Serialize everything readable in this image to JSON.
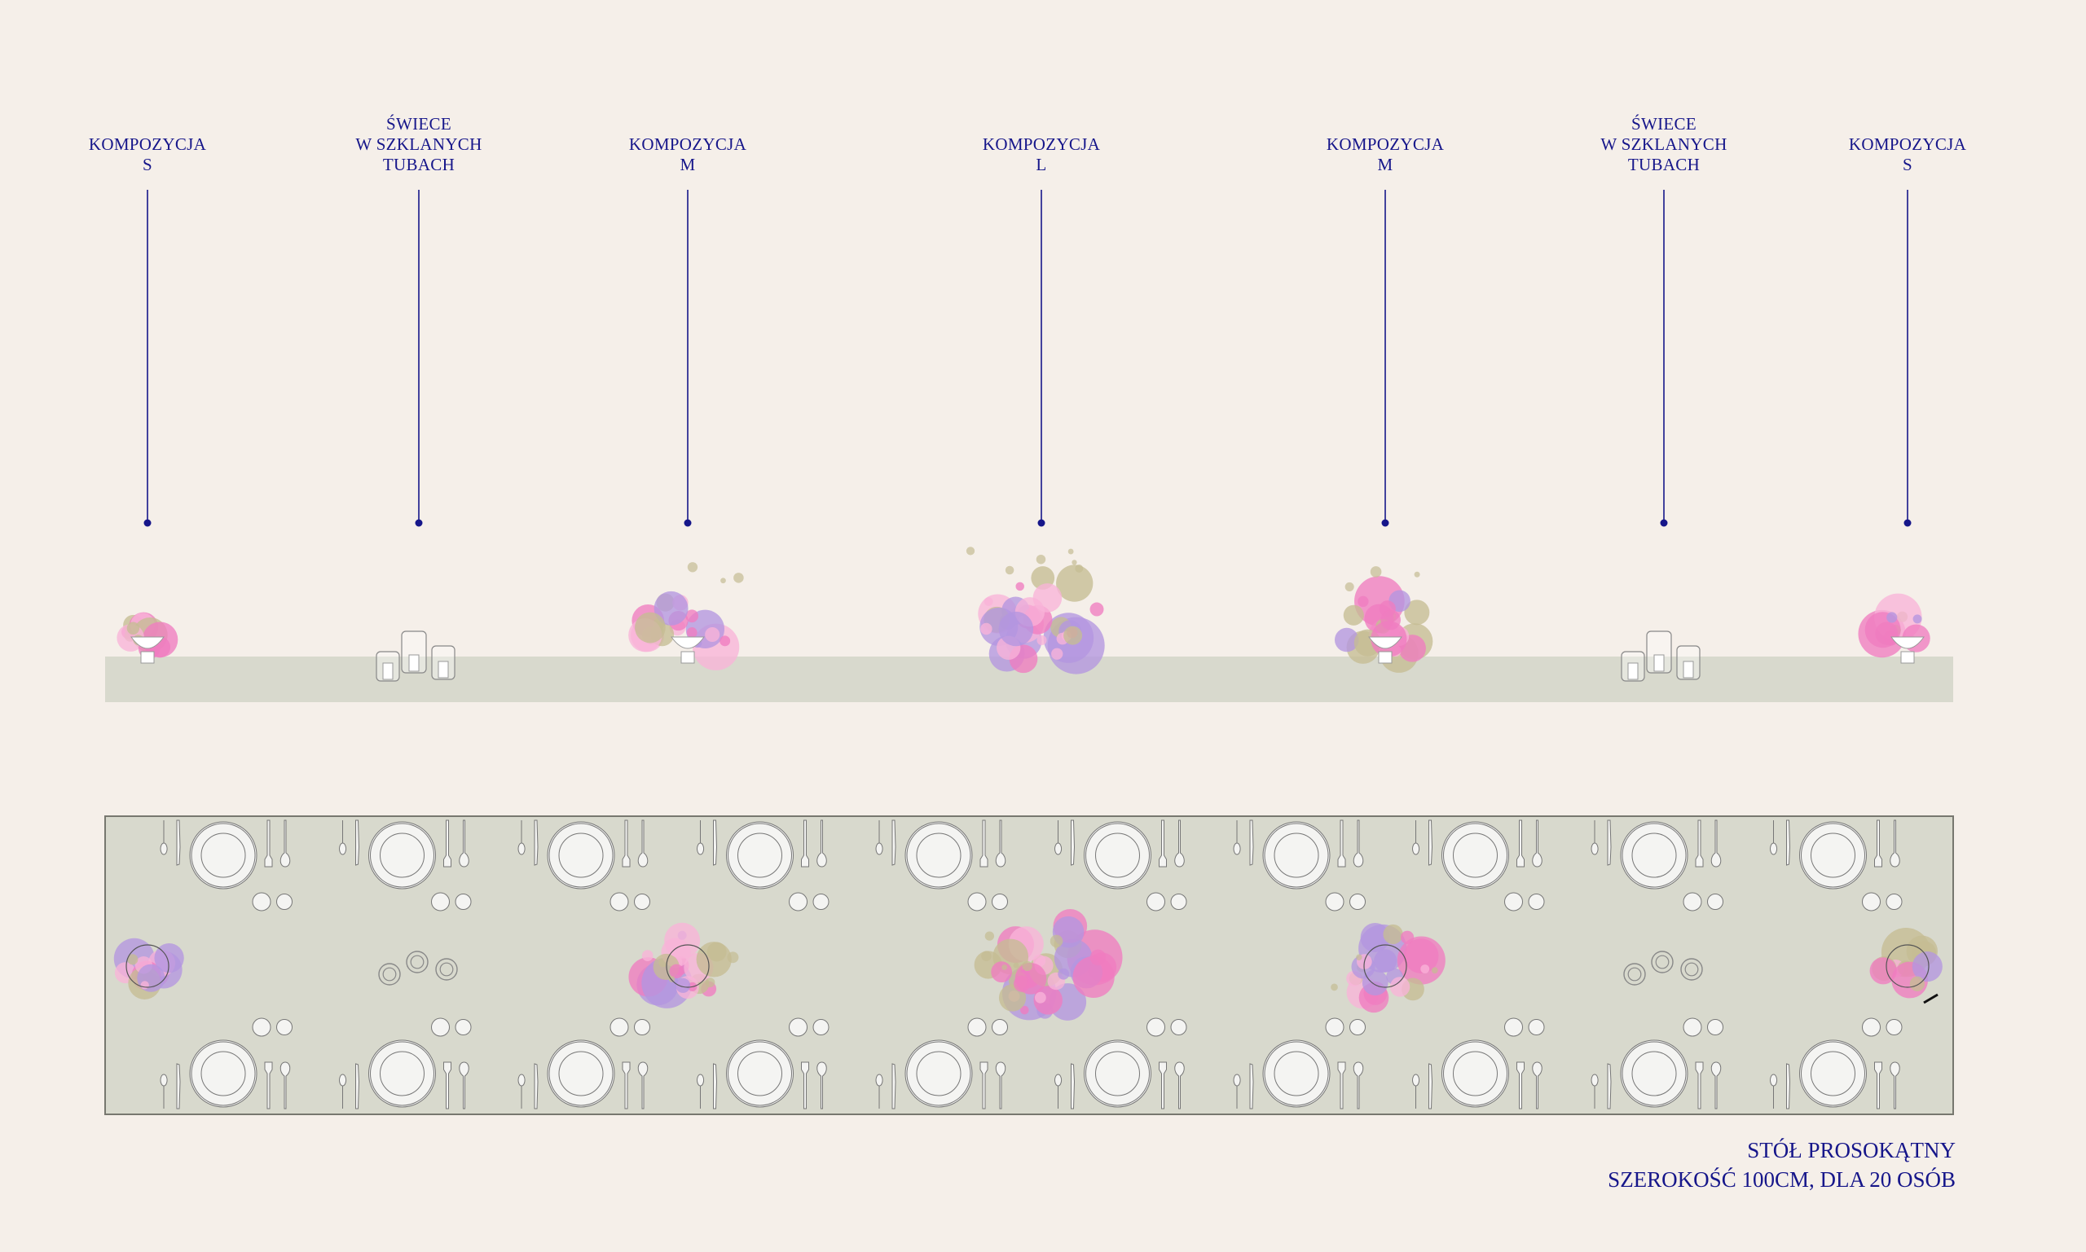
{
  "labels": [
    {
      "lines": [
        "KOMPOZYCJA",
        "S"
      ],
      "kind": "composition",
      "size": "S"
    },
    {
      "lines": [
        "ŚWIECE",
        "W SZKLANYCH",
        "TUBACH"
      ],
      "kind": "candles"
    },
    {
      "lines": [
        "KOMPOZYCJA",
        "M"
      ],
      "kind": "composition",
      "size": "M"
    },
    {
      "lines": [
        "KOMPOZYCJA",
        "L"
      ],
      "kind": "composition",
      "size": "L"
    },
    {
      "lines": [
        "KOMPOZYCJA",
        "M"
      ],
      "kind": "composition",
      "size": "M"
    },
    {
      "lines": [
        "ŚWIECE",
        "W SZKLANYCH",
        "TUBACH"
      ],
      "kind": "candles"
    },
    {
      "lines": [
        "KOMPOZYCJA",
        "S"
      ],
      "kind": "composition",
      "size": "S"
    }
  ],
  "caption": {
    "line1": "STÓŁ PROSOKĄTNY",
    "line2": "SZEROKOŚĆ 100CM, DLA 20 OSÓB"
  },
  "table": {
    "seats_per_side": 10,
    "seats_total": 20
  },
  "colors": {
    "text": "#16168a",
    "background": "#f5efe9",
    "table": "#d8d9cd",
    "pink": "#f07cc0",
    "light_pink": "#f9b3d9",
    "purple": "#b396e0",
    "olive": "#c5bc93"
  }
}
